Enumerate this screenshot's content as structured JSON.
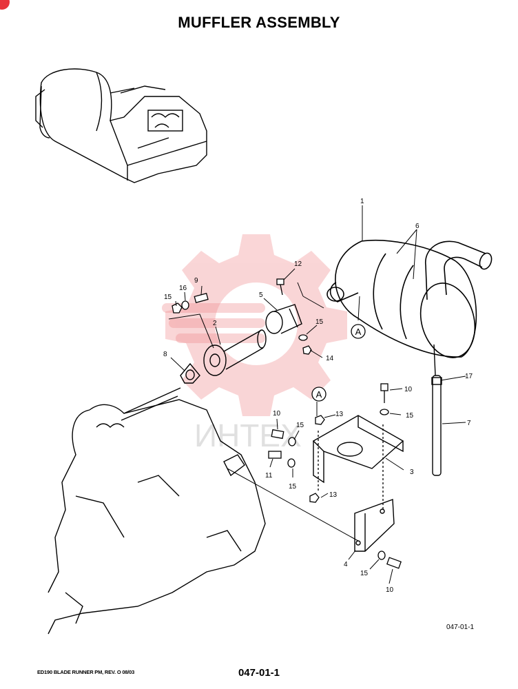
{
  "title": "MUFFLER ASSEMBLY",
  "figure_ref": "047-01-1",
  "footer": {
    "left": "ED190 BLADE RUNNER PM, REV. O 08/03",
    "center": "047-01-1"
  },
  "watermark": "ИНТЕХ",
  "detail_marker": "A",
  "callouts": {
    "c1": "1",
    "c2": "2",
    "c3": "3",
    "c4": "4",
    "c5": "5",
    "c6": "6",
    "c7": "7",
    "c8": "8",
    "c9": "9",
    "c10a": "10",
    "c10b": "10",
    "c10c": "10",
    "c11": "11",
    "c12": "12",
    "c13a": "13",
    "c13b": "13",
    "c14": "14",
    "c15a": "15",
    "c15b": "15",
    "c15c": "15",
    "c15d": "15",
    "c15e": "15",
    "c15f": "15",
    "c16": "16",
    "c17": "17"
  },
  "colors": {
    "ink": "#000000",
    "watermark": "#f08a8d",
    "badge": "#e8333a"
  }
}
